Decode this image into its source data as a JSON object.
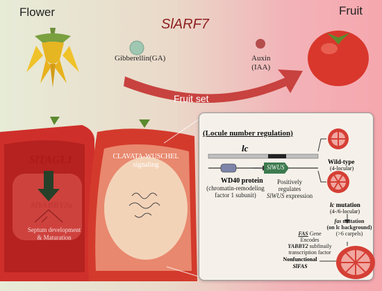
{
  "colors": {
    "background_left": "#e7ecd7",
    "background_right": "#f6a7ae",
    "arrow_red": "#c8423f",
    "tomato_red": "#d9372c",
    "gene_red": "#b01818",
    "panel_bg": "#f5f1ea",
    "wus_box": "#3c7a4e"
  },
  "header": {
    "flower_title": "Flower",
    "fruit_title": "Fruit",
    "gene_arf7": "SlARF7",
    "gibberellin": "Gibberellin(GA)",
    "auxin_line1": "Auxin",
    "auxin_line2": "(IAA)",
    "fruit_set": "Fruit set"
  },
  "left": {
    "gene_tagl1": "SlTAGL1",
    "gene_yabby": "SlYABBY2a",
    "septum_line1": "Septum development",
    "septum_line2": "& Maturation",
    "clavata_line1": "CLAVATA-WUSCHEL",
    "clavata_line2": "signaling"
  },
  "panel": {
    "header": "(Locule number regulation)",
    "lc_label": "lc",
    "wd40_title": "WD40 protein",
    "wd40_line1": "(chromatin-remodeling",
    "wd40_line2": "factor 1 subunit)",
    "wus_gene": "SlWUS",
    "wus_line1": "Positively",
    "wus_line2": "regulates",
    "wus_line3_italic": "SlWUS",
    "wus_line3_rest": " expression",
    "wildtype_title": "Wild-type",
    "wildtype_sub": "(4-locular)",
    "lc_mut_italic": "lc",
    "lc_mut_rest": " mutation",
    "lc_mut_sub": "(4-/6-locular)",
    "fas_gene_italic": "FAS",
    "fas_gene_rest": " Gene",
    "fas_encodes": "Encodes",
    "fas_yabby_italic": "YABBY2",
    "fas_yabby_rest": " subfinaily",
    "fas_factor": "transcription factor",
    "fas_mut_italic": "fas",
    "fas_mut_rest": " mutation",
    "fas_mut_line2": "(on lc background)",
    "fas_mut_line3": "(>6 carpels)",
    "nonfunc": "Nonfunctional",
    "slfas": "SlFAS"
  }
}
